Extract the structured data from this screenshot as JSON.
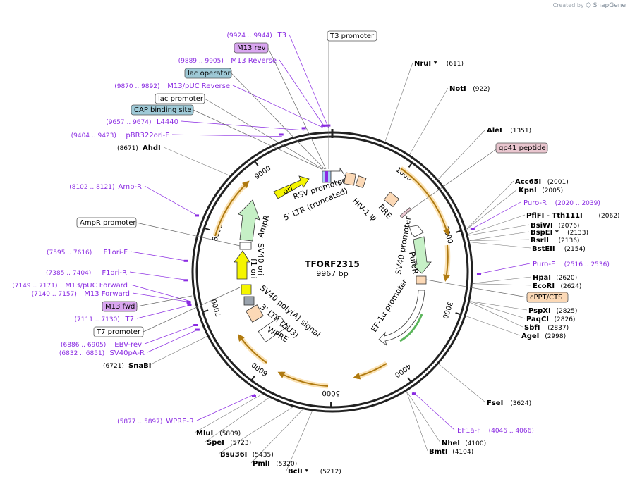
{
  "app": {
    "brand_prefix": "Created by",
    "brand": "SnapGene"
  },
  "plasmid": {
    "name": "TFORF2315",
    "size": "9967 bp"
  },
  "ticks": [
    "1000",
    "2000",
    "3000",
    "4000",
    "5000",
    "6000",
    "7000",
    "8000",
    "9000"
  ],
  "enzymes": [
    {
      "name": "NruI *",
      "pos": "(611)"
    },
    {
      "name": "NotI",
      "pos": "(922)"
    },
    {
      "name": "AleI",
      "pos": "(1351)"
    },
    {
      "name": "Acc65I",
      "pos": "(2001)"
    },
    {
      "name": "KpnI",
      "pos": "(2005)"
    },
    {
      "name": "PflFI - Tth111I",
      "pos": "(2062)"
    },
    {
      "name": "BsiWI",
      "pos": "(2076)"
    },
    {
      "name": "BspEI *",
      "pos": "(2133)"
    },
    {
      "name": "RsrII",
      "pos": "(2136)"
    },
    {
      "name": "BstEII",
      "pos": "(2154)"
    },
    {
      "name": "HpaI",
      "pos": "(2620)"
    },
    {
      "name": "EcoRI",
      "pos": "(2624)"
    },
    {
      "name": "PspXI",
      "pos": "(2825)"
    },
    {
      "name": "PaqCI",
      "pos": "(2826)"
    },
    {
      "name": "SbfI",
      "pos": "(2837)"
    },
    {
      "name": "AgeI",
      "pos": "(2998)"
    },
    {
      "name": "FseI",
      "pos": "(3624)"
    },
    {
      "name": "NheI",
      "pos": "(4100)"
    },
    {
      "name": "BmtI",
      "pos": "(4104)"
    },
    {
      "name": "BclI *",
      "pos": "(5212)"
    },
    {
      "name": "PmlI",
      "pos": "(5320)"
    },
    {
      "name": "Bsu36I",
      "pos": "(5435)"
    },
    {
      "name": "SpeI",
      "pos": "(5723)"
    },
    {
      "name": "MluI",
      "pos": "(5809)"
    },
    {
      "name": "SnaBI",
      "pos": "(6721)"
    },
    {
      "name": "AhdI",
      "pos": "(8671)"
    }
  ],
  "primers": [
    {
      "name": "T3",
      "pos": "(9924 .. 9944)"
    },
    {
      "name": "M13 Reverse",
      "pos": "(9889 .. 9905)"
    },
    {
      "name": "M13/pUC Reverse",
      "pos": "(9870 .. 9892)"
    },
    {
      "name": "L4440",
      "pos": "(9657 .. 9674)"
    },
    {
      "name": "pBR322ori-F",
      "pos": "(9404 .. 9423)"
    },
    {
      "name": "Amp-R",
      "pos": "(8102 .. 8121)"
    },
    {
      "name": "F1ori-F",
      "pos": "(7595 .. 7616)"
    },
    {
      "name": "F1ori-R",
      "pos": "(7385 .. 7404)"
    },
    {
      "name": "M13/pUC Forward",
      "pos": "(7149 .. 7171)"
    },
    {
      "name": "M13 Forward",
      "pos": "(7140 .. 7157)"
    },
    {
      "name": "T7",
      "pos": "(7111 .. 7130)"
    },
    {
      "name": "EBV-rev",
      "pos": "(6886 .. 6905)"
    },
    {
      "name": "SV40pA-R",
      "pos": "(6832 .. 6851)"
    },
    {
      "name": "WPRE-R",
      "pos": "(5877 .. 5897)"
    },
    {
      "name": "Puro-R",
      "pos": "(2020 .. 2039)"
    },
    {
      "name": "Puro-F",
      "pos": "(2516 .. 2536)"
    },
    {
      "name": "EF1a-F",
      "pos": "(4046 .. 4066)"
    }
  ],
  "boxed_features": {
    "t3_promoter": "T3 promoter",
    "m13_rev": "M13 rev",
    "lac_operator": "lac operator",
    "lac_promoter": "lac promoter",
    "cap_binding_site": "CAP binding site",
    "gp41_peptide": "gp41 peptide",
    "cppt_cts": "cPPT/CTS",
    "ampr_promoter": "AmpR promoter",
    "m13_fwd": "M13 fwd",
    "t7_promoter": "T7 promoter"
  },
  "inner_features": {
    "rsv_promoter": "RSV promoter",
    "ltr5": "5' LTR (truncated)",
    "hiv1_psi": "HIV-1 Ψ",
    "rre": "RRE",
    "sv40_promoter": "SV40 promoter",
    "puror": "PuroR",
    "ef1a_promoter": "EF-1α promoter",
    "ori": "ori",
    "ampr": "AmpR",
    "f1_ori": "f1 ori",
    "sv40_ori": "SV40 ori",
    "sv40_polya": "SV40 poly(A) signal",
    "ltr3": "3' LTR (ΔU3)",
    "wpre": "WPRE"
  },
  "colors": {
    "backbone": "#222222",
    "enzyme_line": "#666666",
    "primer": "#8a2be2",
    "orf_arrow": "#f5a623",
    "promoter_fill": "#ffffff",
    "ori_fill": "#f5f500",
    "ampr_fill": "#c6f0c6",
    "ltr_fill": "#fcd9b6",
    "gp41_fill": "#e9c6cf",
    "cap_fill": "#9ec9d6"
  }
}
